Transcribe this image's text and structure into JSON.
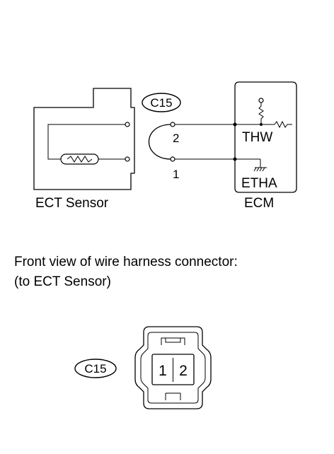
{
  "diagram": {
    "sensor_label": "ECT Sensor",
    "ecm_label": "ECM",
    "connector_tag": "C15",
    "pin_2": "2",
    "pin_1": "1",
    "signal_thw": "THW",
    "signal_etha": "ETHA"
  },
  "connector_view": {
    "caption_line1": "Front view of wire harness connector:",
    "caption_line2": "(to ECT Sensor)",
    "connector_tag": "C15",
    "pin_1": "1",
    "pin_2": "2"
  }
}
